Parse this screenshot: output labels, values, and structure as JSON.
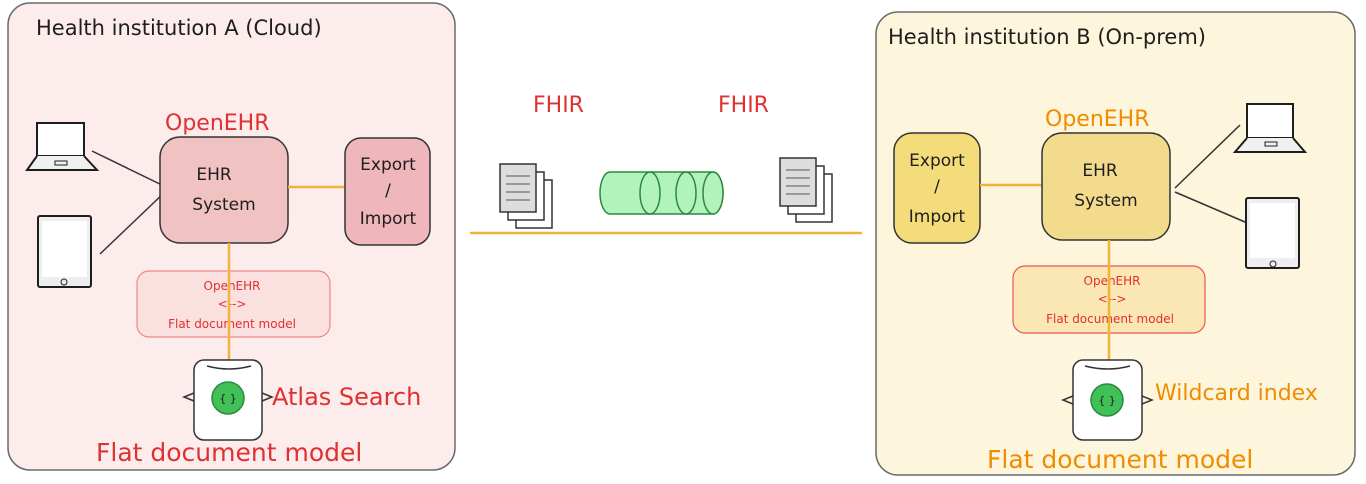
{
  "institution_a": {
    "title": "Health institution A (Cloud)",
    "system_label": "OpenEHR",
    "ehr_line1": "EHR",
    "ehr_line2": "System",
    "export_line1": "Export",
    "export_line2": "/",
    "export_line3": "Import",
    "mapping_line1": "OpenEHR",
    "mapping_line2": "<-->",
    "mapping_line3": "Flat document model",
    "db_icon_text": "{ }",
    "search_label": "Atlas Search",
    "model_label": "Flat document model"
  },
  "transfer": {
    "left_label": "FHIR",
    "right_label": "FHIR"
  },
  "institution_b": {
    "title": "Health institution B (On-prem)",
    "system_label": "OpenEHR",
    "ehr_line1": "EHR",
    "ehr_line2": "System",
    "export_line1": "Export",
    "export_line2": "/",
    "export_line3": "Import",
    "mapping_line1": "OpenEHR",
    "mapping_line2": "<-->",
    "mapping_line3": "Flat document model",
    "db_icon_text": "{ }",
    "search_label": "Wildcard index",
    "model_label": "Flat document model"
  },
  "colors": {
    "red": "#e03131",
    "orange": "#f08c00",
    "pink_bg": "#fcecec",
    "yellow_bg": "#fdf5dc",
    "green": "#40c057"
  }
}
